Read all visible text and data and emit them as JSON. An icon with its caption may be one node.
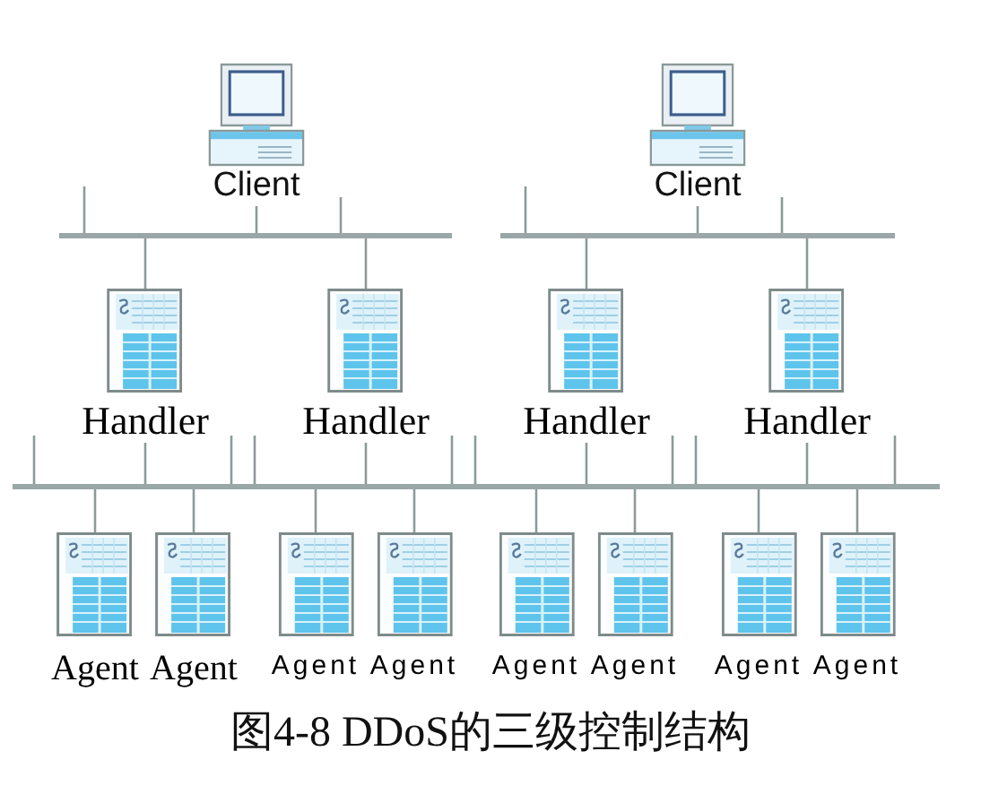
{
  "diagram": {
    "caption": "图4-8 DDoS的三级控制结构",
    "nodes": [
      {
        "text": [
          "Client"
        ]
      },
      {
        "text": [
          "Client"
        ]
      },
      {
        "text": [],
        "shape": "bar"
      },
      {
        "text": [],
        "shape": "bar"
      },
      {
        "text": [
          "Handler"
        ]
      },
      {
        "text": [
          "Handler"
        ]
      },
      {
        "text": [
          "Handler"
        ]
      },
      {
        "text": [
          "Handler"
        ]
      },
      {
        "text": [],
        "shape": "bar"
      },
      {
        "text": [
          "Agent"
        ]
      },
      {
        "text": [
          "Agent"
        ]
      },
      {
        "text": [
          "Agent"
        ]
      },
      {
        "text": [
          "Agent"
        ]
      },
      {
        "text": [
          "Agent"
        ]
      },
      {
        "text": [
          "Agent"
        ]
      },
      {
        "text": [
          "Agent"
        ]
      },
      {
        "text": [
          "Agent"
        ]
      }
    ],
    "edges": [
      {
        "from": 0,
        "to": 2,
        "arrow": "none"
      },
      {
        "from": 2,
        "to": 4,
        "arrow": "none"
      },
      {
        "from": 2,
        "to": 5,
        "arrow": "none"
      },
      {
        "from": 1,
        "to": 3,
        "arrow": "none"
      },
      {
        "from": 3,
        "to": 6,
        "arrow": "none"
      },
      {
        "from": 3,
        "to": 7,
        "arrow": "none"
      },
      {
        "from": 4,
        "to": 8,
        "arrow": "none"
      },
      {
        "from": 5,
        "to": 8,
        "arrow": "none"
      },
      {
        "from": 6,
        "to": 8,
        "arrow": "none"
      },
      {
        "from": 7,
        "to": 8,
        "arrow": "none"
      },
      {
        "from": 8,
        "to": 9,
        "arrow": "none"
      },
      {
        "from": 8,
        "to": 10,
        "arrow": "none"
      },
      {
        "from": 8,
        "to": 11,
        "arrow": "none"
      },
      {
        "from": 8,
        "to": 12,
        "arrow": "none"
      },
      {
        "from": 8,
        "to": 13,
        "arrow": "none"
      },
      {
        "from": 8,
        "to": 14,
        "arrow": "none"
      },
      {
        "from": 8,
        "to": 15,
        "arrow": "none"
      },
      {
        "from": 8,
        "to": 16,
        "arrow": "none"
      },
      {
        "from": 2,
        "to": null,
        "arrow": "none"
      },
      {
        "from": 2,
        "to": null,
        "arrow": "none"
      },
      {
        "from": 3,
        "to": null,
        "arrow": "none"
      },
      {
        "from": 3,
        "to": null,
        "arrow": "none"
      },
      {
        "from": 8,
        "to": null,
        "arrow": "none"
      },
      {
        "from": 8,
        "to": null,
        "arrow": "none"
      },
      {
        "from": 8,
        "to": null,
        "arrow": "none"
      },
      {
        "from": 8,
        "to": null,
        "arrow": "none"
      },
      {
        "from": 8,
        "to": null,
        "arrow": "none"
      },
      {
        "from": 8,
        "to": null,
        "arrow": "none"
      },
      {
        "from": 8,
        "to": null,
        "arrow": "none"
      },
      {
        "from": 8,
        "to": null,
        "arrow": "none"
      }
    ]
  }
}
